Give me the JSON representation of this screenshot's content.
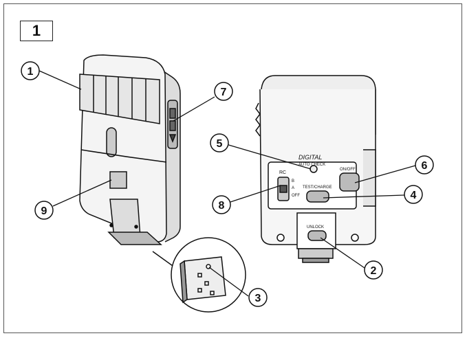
{
  "figure": {
    "number": "1"
  },
  "callouts": [
    "1",
    "7",
    "9",
    "5",
    "6",
    "8",
    "4",
    "2",
    "3"
  ],
  "rear_labels": {
    "brand": "DIGITAL",
    "rc": "RC",
    "mode_b": "B",
    "mode_a": "A",
    "mode_off": "OFF",
    "auto_check": "AUTO CHECK",
    "on_off": "ON/OFF",
    "test_charge": "TEST/CHARGE",
    "unlock": "UNLOCK"
  }
}
